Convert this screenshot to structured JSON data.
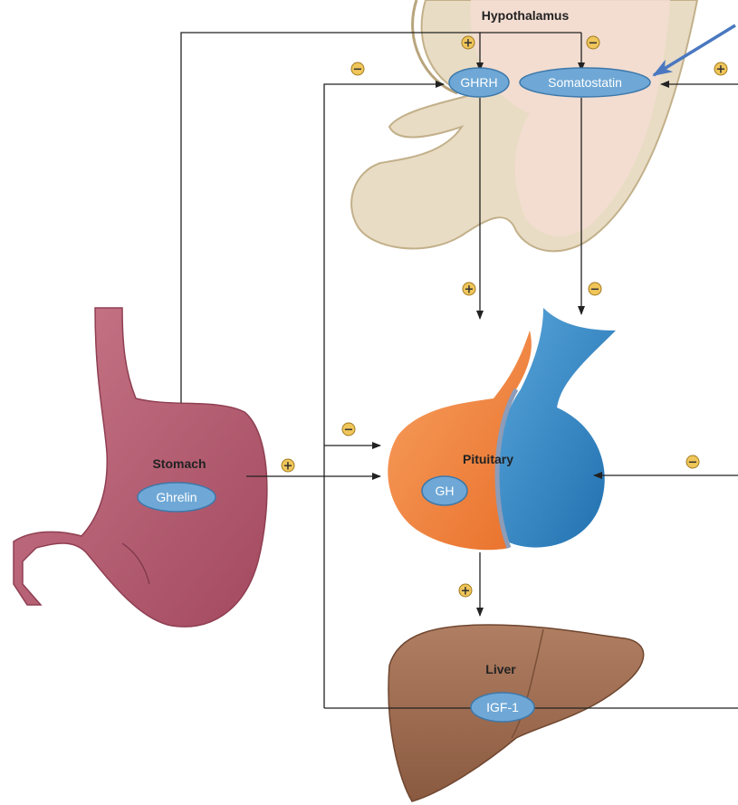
{
  "labels": {
    "hypothalamus": "Hypothalamus",
    "pituitary": "Pituitary",
    "stomach": "Stomach",
    "liver": "Liver"
  },
  "hormones": {
    "ghrh": "GHRH",
    "somatostatin": "Somatostatin",
    "ghrelin": "Ghrelin",
    "gh": "GH",
    "igf1": "IGF-1"
  },
  "signs": {
    "plus": "+",
    "minus": "−"
  },
  "colors": {
    "hypothalamus_fill": "#efe4d0",
    "hypothalamus_outline": "#cbbd9a",
    "pituitary_anterior": "#f3863f",
    "pituitary_posterior": "#2e86c6",
    "stomach": "#b85e72",
    "liver": "#9e6a4e",
    "hormone_pill": "#6fa8d6",
    "pointer_arrow": "#4a78c0",
    "lines": "#222222"
  }
}
